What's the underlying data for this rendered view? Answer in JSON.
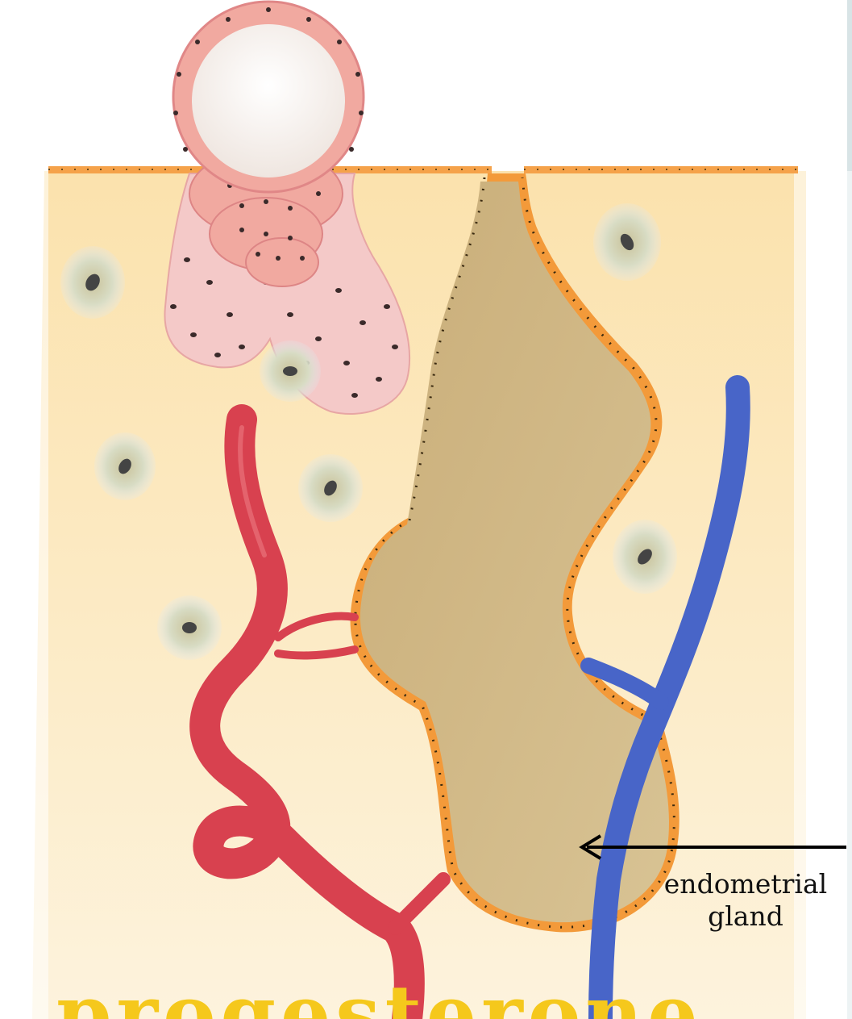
{
  "labels": {
    "gland_line1": "endometrial",
    "gland_line2": "gland",
    "bottom_word": "progesterone"
  },
  "colors": {
    "stroma": "#fbe6b6",
    "gland_lumen": "#d1b987",
    "gland_epithelium": "#f39a3a",
    "artery": "#d9414f",
    "vein": "#4865c8",
    "blastocyst": "#f3a7a6",
    "trophoblast": "#f4c8c6",
    "bottom_word": "#f5c81c"
  },
  "icons": {
    "arrow": "arrow-left-icon"
  }
}
